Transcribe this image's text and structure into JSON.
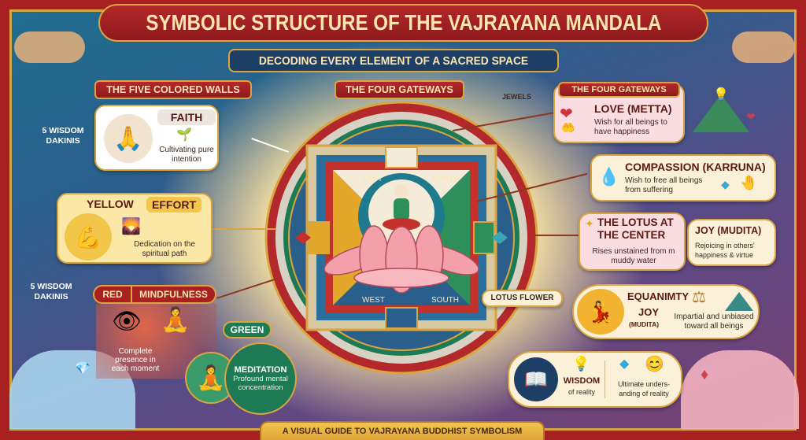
{
  "title": "SYMBOLIC STRUCTURE OF THE VAJRAYANA MANDALA",
  "subtitle": "DECODING EVERY ELEMENT OF A SACRED SPACE",
  "footer": "A VISUAL GUIDE TO VAJRAYANA BUDDHIST SYMBOLISM",
  "left": {
    "header": "THE FIVE COLORED WALLS",
    "dakinis_1": "5 WISDOM DAKINIS",
    "dakinis_2": "5 WISDOM DAKINIS",
    "faith": {
      "title": "FAITH",
      "text": "Cultivating pure intention"
    },
    "yellow": {
      "color_label": "YELLOW",
      "title": "EFFORT",
      "text": "Dedication on the spiritual path"
    },
    "red": {
      "color_label": "RED",
      "title": "MINDFULNESS",
      "text": "Complete presence in each moment"
    },
    "green": {
      "color_label": "GREEN",
      "title": "MEDITATION",
      "text": "Profound mental concentration"
    }
  },
  "center": {
    "header": "THE FOUR GATEWAYS",
    "jewels": "JEWELS",
    "directions": {
      "east": "EAST",
      "north": "NORTH",
      "west": "WEST",
      "south": "SOUTH"
    },
    "lotus_label": "LOTUS FLOWER"
  },
  "right": {
    "header": "THE FOUR GATEWAYS",
    "love": {
      "title": "LOVE (METTA)",
      "text": "Wish for all beings to have happiness"
    },
    "compassion": {
      "title": "COMPASSION (KARRUNA)",
      "text": "Wish to free all beings from suffering"
    },
    "lotus_center": {
      "title": "THE LOTUS AT THE CENTER",
      "text": "Rises unstained from m muddy water"
    },
    "joy": {
      "title": "JOY (MUDITA)",
      "text": "Rejoicing in others' happiness & virtue"
    },
    "equanimity": {
      "title": "EQUANIMTY",
      "sub1": "JOY",
      "sub2": "(MUDITA)",
      "text": "Impartial and unbiased toward all beings"
    },
    "wisdom": {
      "title": "WISDOM",
      "sub": "of reality",
      "text": "Ultimate unders-anding of reality"
    }
  },
  "colors": {
    "frame": "#a8201f",
    "gold": "#d9a441",
    "navy": "#1d3f66",
    "green": "#1e7a55",
    "pink": "#f9dde0",
    "cream": "#fbf1d8"
  }
}
